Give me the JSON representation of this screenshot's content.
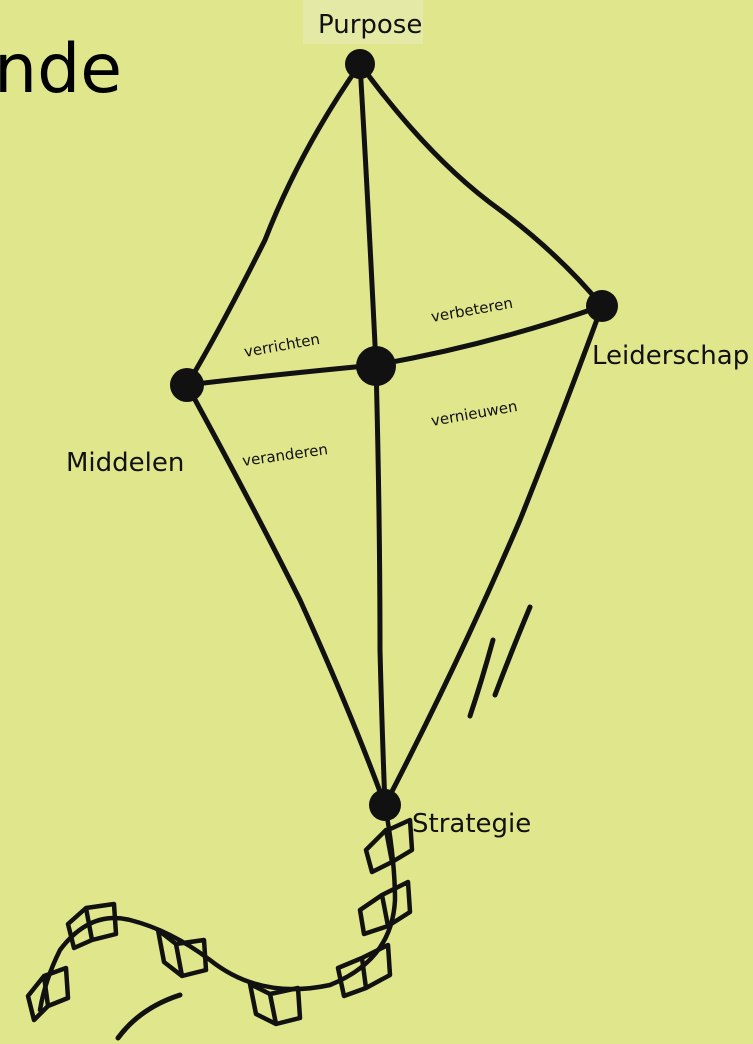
{
  "heading": "nde",
  "nodes": {
    "top": "Purpose",
    "right": "Leiderschap",
    "left": "Middelen",
    "bottom": "Strategie"
  },
  "quadrants": {
    "upper_left": "verrichten",
    "upper_right": "verbeteren",
    "lower_left": "veranderen",
    "lower_right": "vernieuwen"
  },
  "colors": {
    "background": "#e0e68c",
    "ink": "#111111"
  }
}
